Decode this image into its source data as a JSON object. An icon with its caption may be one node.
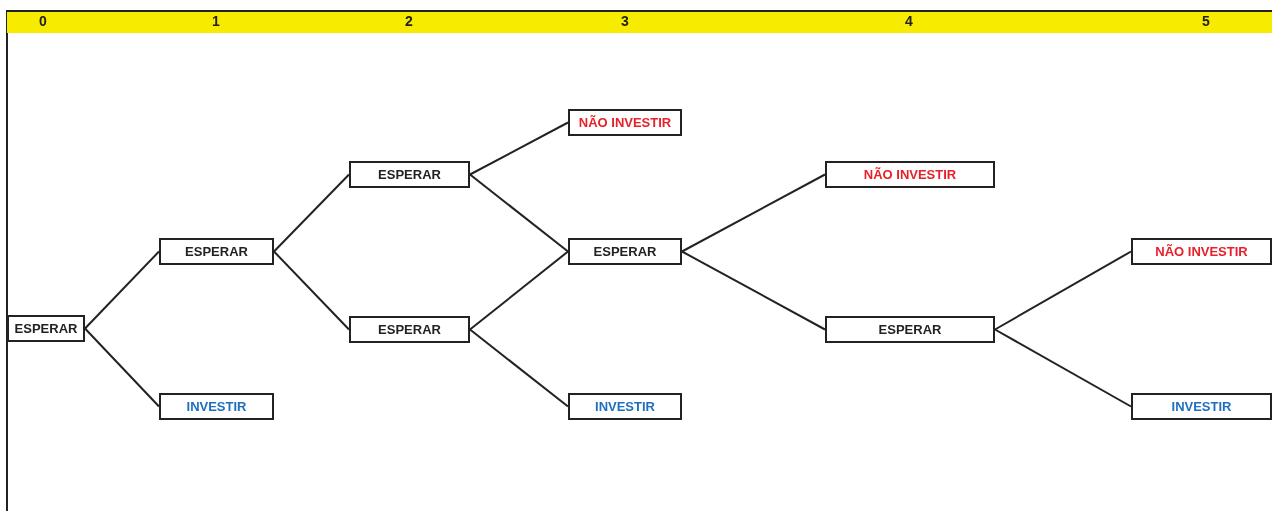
{
  "diagram": {
    "nodes": [
      {
        "text": [
          "ESPERAR"
        ]
      },
      {
        "text": [
          "ESPERAR"
        ]
      },
      {
        "text": [
          "INVESTIR"
        ]
      },
      {
        "text": [
          "ESPERAR"
        ]
      },
      {
        "text": [
          "ESPERAR"
        ]
      },
      {
        "text": [
          "NÃO INVESTIR"
        ]
      },
      {
        "text": [
          "ESPERAR"
        ]
      },
      {
        "text": [
          "INVESTIR"
        ]
      },
      {
        "text": [
          "NÃO INVESTIR"
        ]
      },
      {
        "text": [
          "ESPERAR"
        ]
      },
      {
        "text": [
          "NÃO INVESTIR"
        ]
      },
      {
        "text": [
          "INVESTIR"
        ]
      }
    ],
    "edges": [
      {
        "from": 0,
        "to": 1,
        "arrow": "none"
      },
      {
        "from": 0,
        "to": 2,
        "arrow": "none"
      },
      {
        "from": 1,
        "to": 3,
        "arrow": "none"
      },
      {
        "from": 1,
        "to": 4,
        "arrow": "none"
      },
      {
        "from": 3,
        "to": 5,
        "arrow": "none"
      },
      {
        "from": 3,
        "to": 6,
        "arrow": "none"
      },
      {
        "from": 4,
        "to": 6,
        "arrow": "none"
      },
      {
        "from": 4,
        "to": 7,
        "arrow": "none"
      },
      {
        "from": 6,
        "to": 8,
        "arrow": "none"
      },
      {
        "from": 6,
        "to": 9,
        "arrow": "none"
      },
      {
        "from": 9,
        "to": 10,
        "arrow": "none"
      },
      {
        "from": 9,
        "to": 11,
        "arrow": "none"
      }
    ],
    "labels": [
      "0",
      "1",
      "2",
      "3",
      "4",
      "5"
    ]
  }
}
